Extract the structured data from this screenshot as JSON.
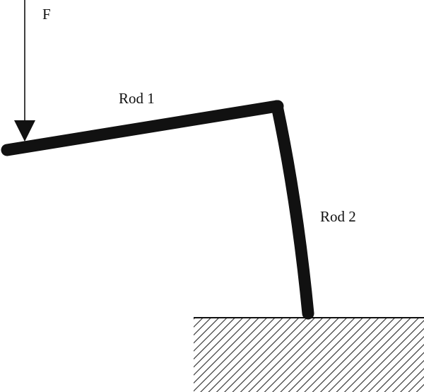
{
  "labels": {
    "force": "F",
    "rod1": "Rod 1",
    "rod2": "Rod 2"
  },
  "colors": {
    "ink": "#111111",
    "background": "#ffffff",
    "hatch": "#2a2a2a"
  }
}
